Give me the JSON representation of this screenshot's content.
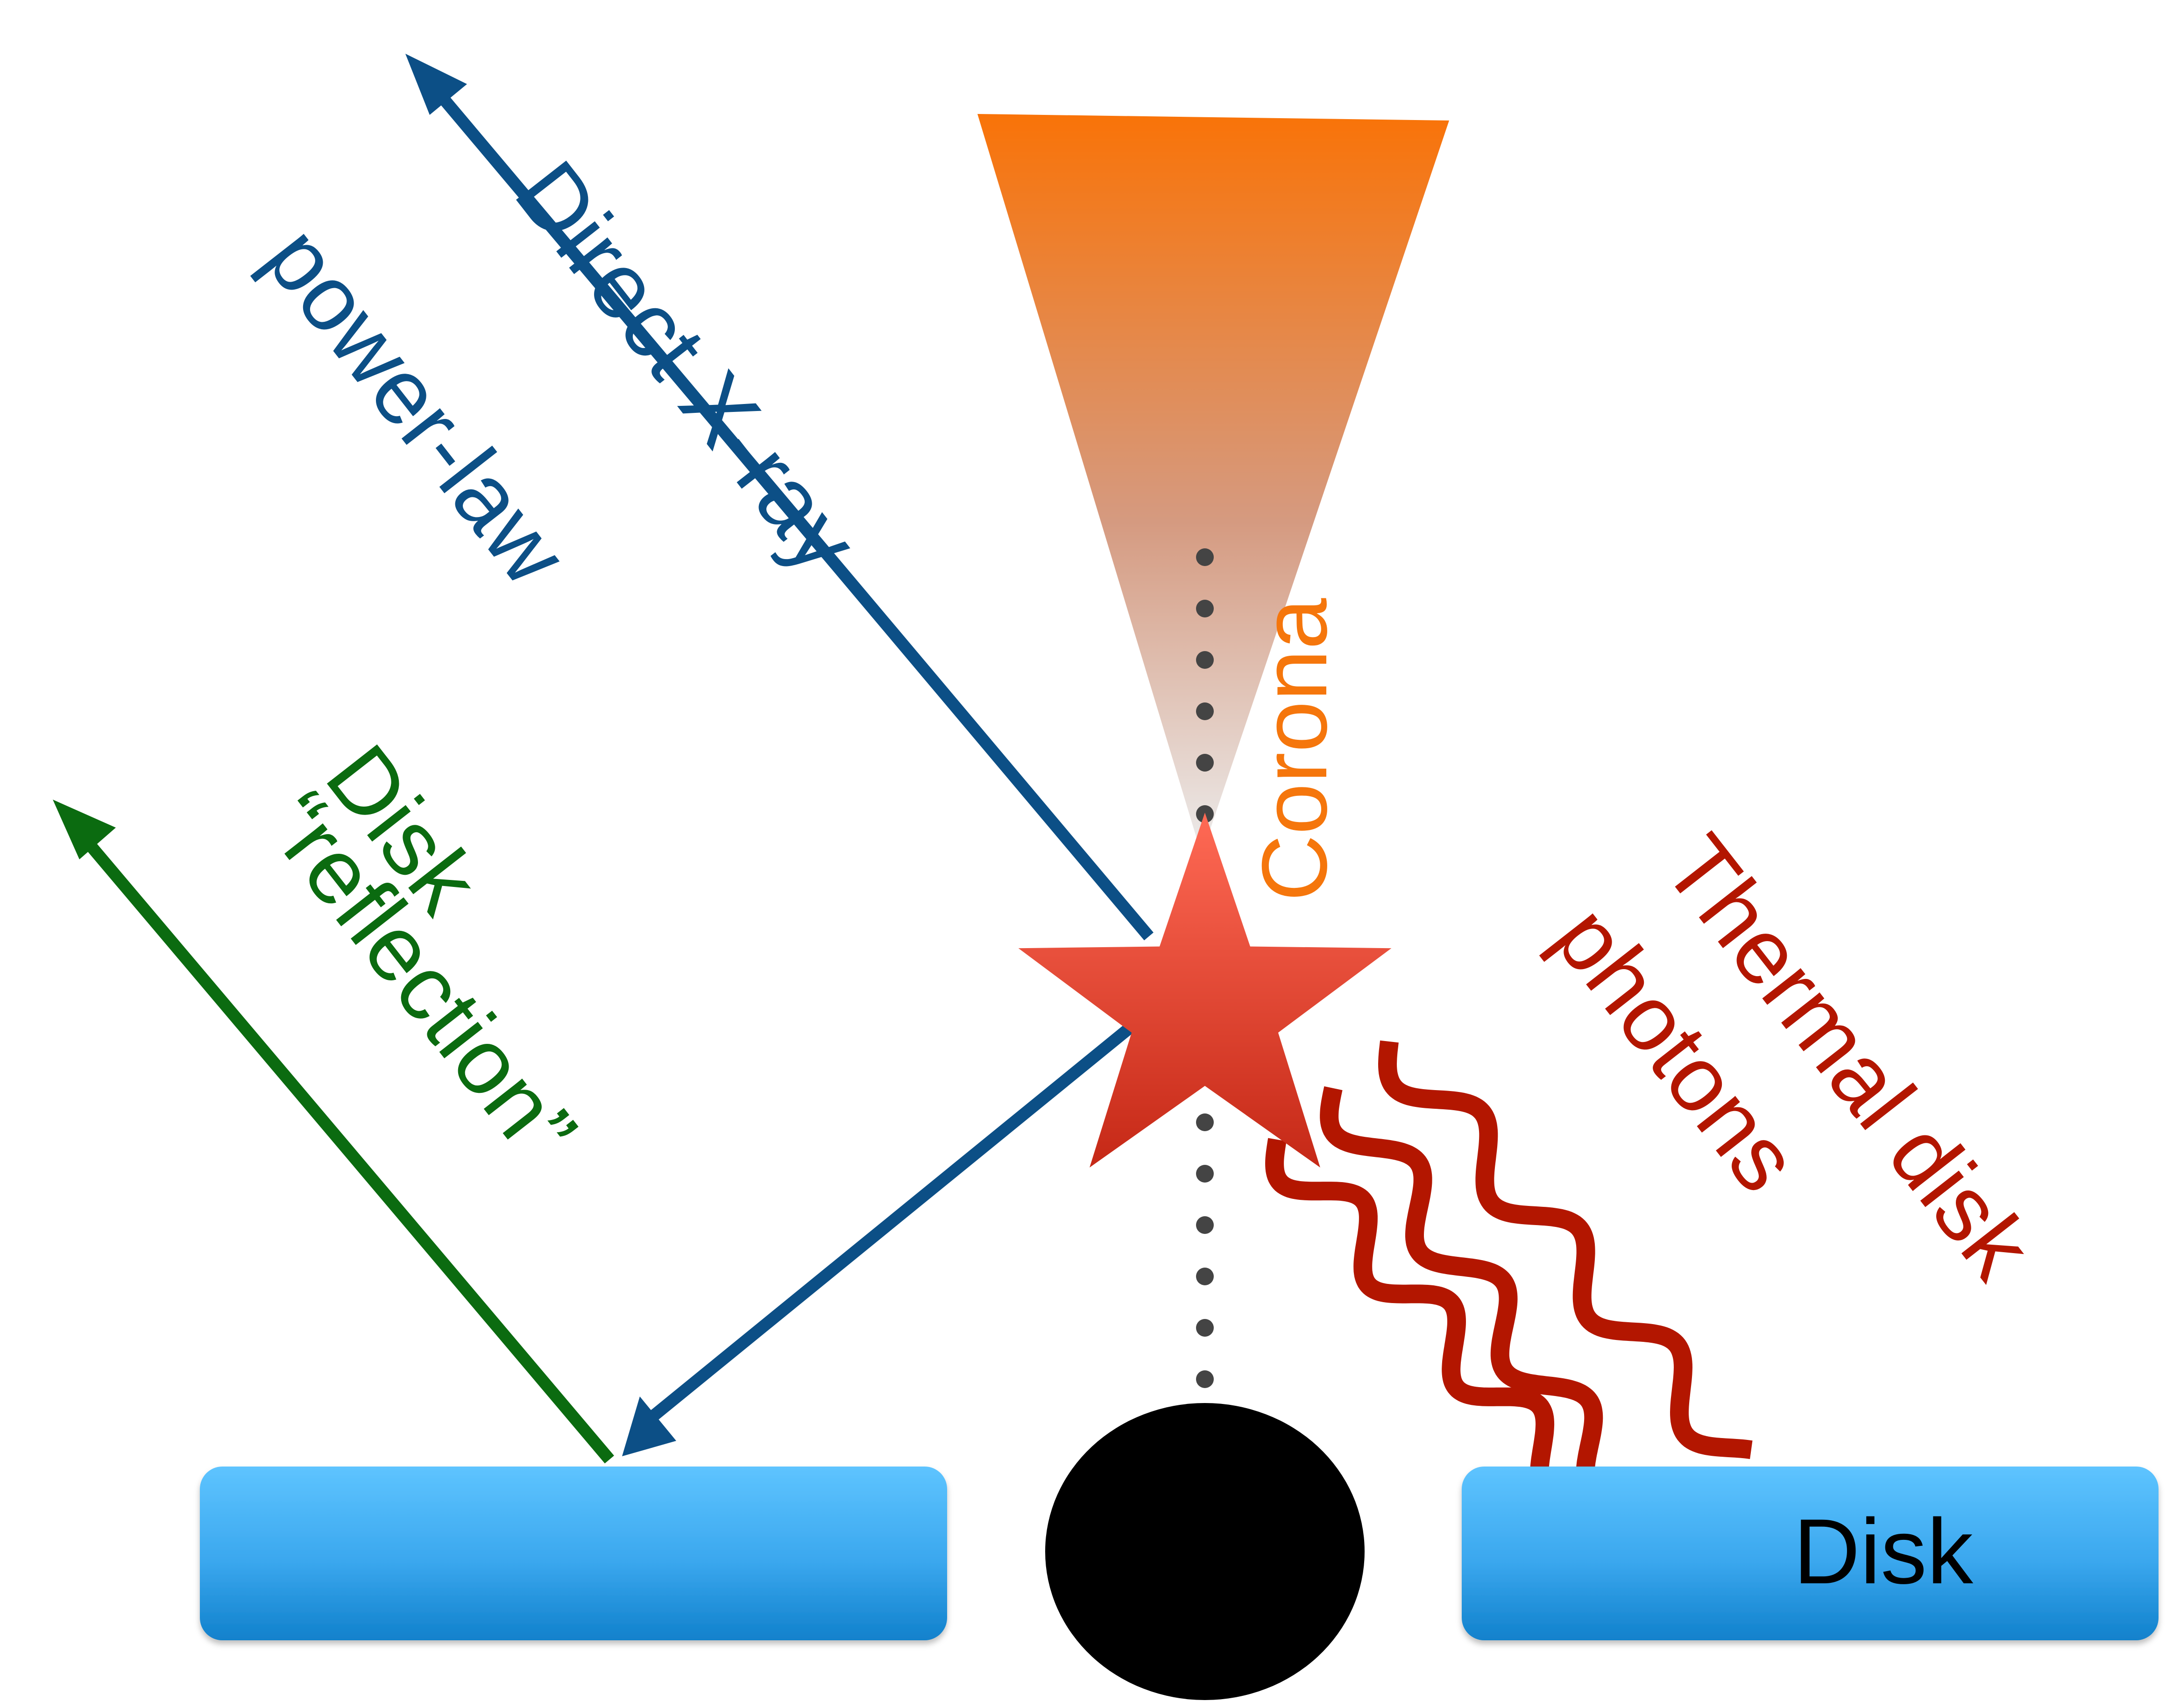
{
  "labels": {
    "direct_line1": "Direct X-ray",
    "direct_line2": "power-law",
    "reflection_line1": "Disk",
    "reflection_line2": "“reflection”",
    "corona": "Corona",
    "thermal_line1": "Thermal disk",
    "thermal_line2": "photons",
    "disk": "Disk"
  },
  "colors": {
    "direct": "#0c4f86",
    "reflection": "#0b6b10",
    "corona_top": "#f97308",
    "corona_bottom": "#e6e6e6",
    "thermal": "#b31600",
    "star_top": "#ff6a55",
    "star_bottom": "#c82a18",
    "disk_top": "#5dc3ff",
    "disk_bottom": "#1384cf",
    "black_hole": "#000000",
    "dots": "#444444"
  },
  "icons": {
    "star": "star-icon",
    "black_hole": "black-hole-shape"
  }
}
